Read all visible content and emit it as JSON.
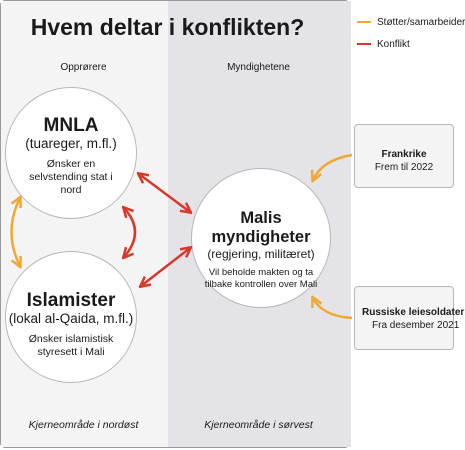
{
  "title": "Hvem deltar i konflikten?",
  "columns": {
    "left": {
      "heading": "Opprørere",
      "footer": "Kjerneområde i nordøst"
    },
    "right": {
      "heading": "Myndighetene",
      "footer": "Kjerneområde i sørvest"
    }
  },
  "actors": {
    "mnla": {
      "name": "MNLA",
      "subtitle": "(tuareger, m.fl.)",
      "description": "Ønsker en selvstending stat i nord"
    },
    "islamists": {
      "name": "Islamister",
      "subtitle": "(lokal al-Qaida, m.fl.)",
      "description": "Ønsker islamistisk styresett i Mali"
    },
    "government": {
      "name": "Malis myndigheter",
      "subtitle": "(regjering, militæret)",
      "description": "Vil beholde makten og ta tilbake kontrollen over Mali"
    }
  },
  "supporters": {
    "france": {
      "name": "Frankrike",
      "period": "Frem til 2022"
    },
    "russian": {
      "name": "Russiske leiesoldater",
      "period": "Fra desember 2021"
    }
  },
  "legend": {
    "support": "Støtter/samarbeider",
    "conflict": "Konflikt"
  },
  "colors": {
    "support": "#f0a830",
    "conflict": "#d8392b",
    "left_column": "#f4f4f4",
    "right_column": "#e4e4e8"
  }
}
